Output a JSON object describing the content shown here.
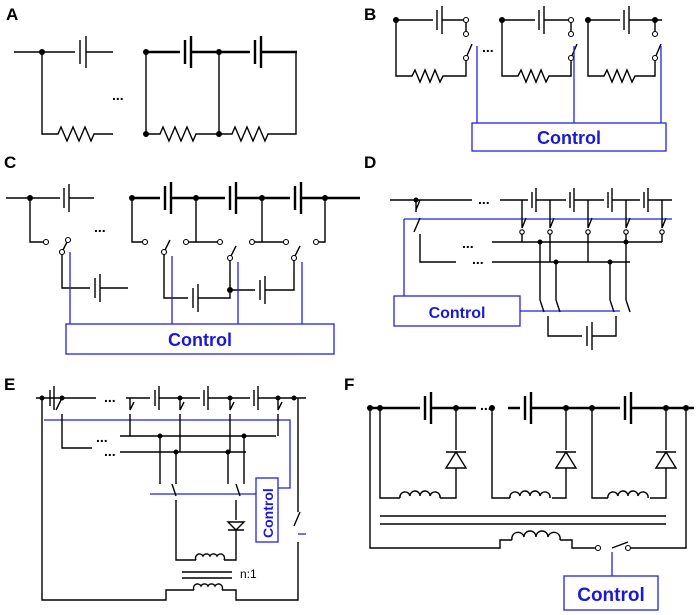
{
  "panels": {
    "A": {
      "label": "A",
      "ellipsis": "..."
    },
    "B": {
      "label": "B",
      "ellipsis": "...",
      "control": "Control"
    },
    "C": {
      "label": "C",
      "ellipsis": "...",
      "control": "Control"
    },
    "D": {
      "label": "D",
      "ellipsis": "...",
      "control": "Control"
    },
    "E": {
      "label": "E",
      "ellipsis": "...",
      "control": "Control",
      "ratio": "n:1"
    },
    "F": {
      "label": "F",
      "ellipsis": "...",
      "control": "Control"
    }
  },
  "colors": {
    "wire": "#000000",
    "control": "#2222dd"
  }
}
